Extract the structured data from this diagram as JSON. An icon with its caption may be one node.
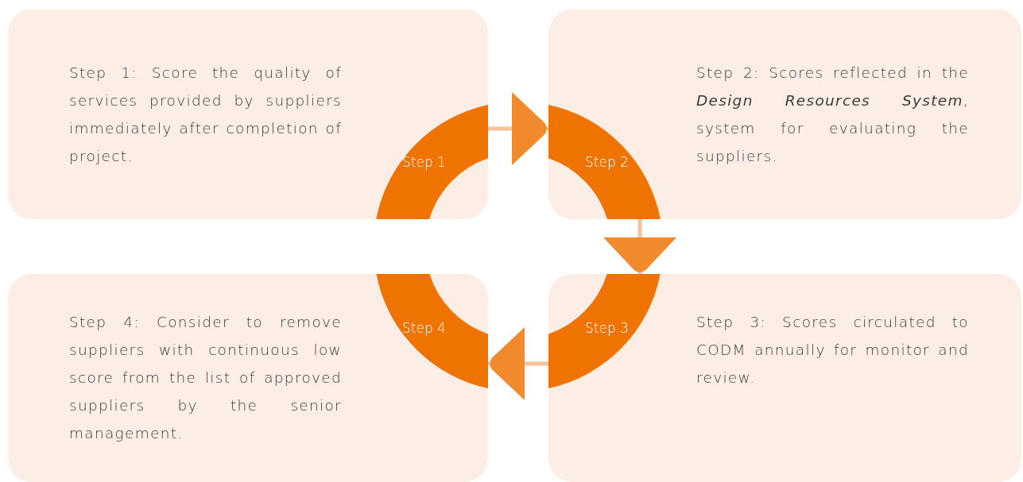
{
  "diagram": {
    "nodes": [
      {
        "text": [
          "Step 1: Score the quality of services provided by suppliers immediately after completion of project."
        ]
      },
      {
        "text": [
          "Step 1"
        ],
        "in": 0
      },
      {
        "text": [
          "Step 2: Scores reflected in the *Design Resources System*, system for evaluating the suppliers."
        ]
      },
      {
        "text": [
          "Step 2"
        ],
        "in": 2
      },
      {
        "text": [
          "Step 4: Consider to remove suppliers with continuous low score from the list of approved suppliers by the senior management."
        ]
      },
      {
        "text": [
          "Step 4"
        ],
        "in": 4
      },
      {
        "text": [
          "Step 3: Scores circulated to CODM annually for monitor and review."
        ]
      },
      {
        "text": [
          "Step 3"
        ],
        "in": 6
      }
    ],
    "edges": [
      {
        "from": 1,
        "to": 3,
        "arrow": "to"
      },
      {
        "from": 3,
        "to": 7,
        "arrow": "to"
      },
      {
        "from": 7,
        "to": 5,
        "arrow": "to"
      }
    ]
  }
}
